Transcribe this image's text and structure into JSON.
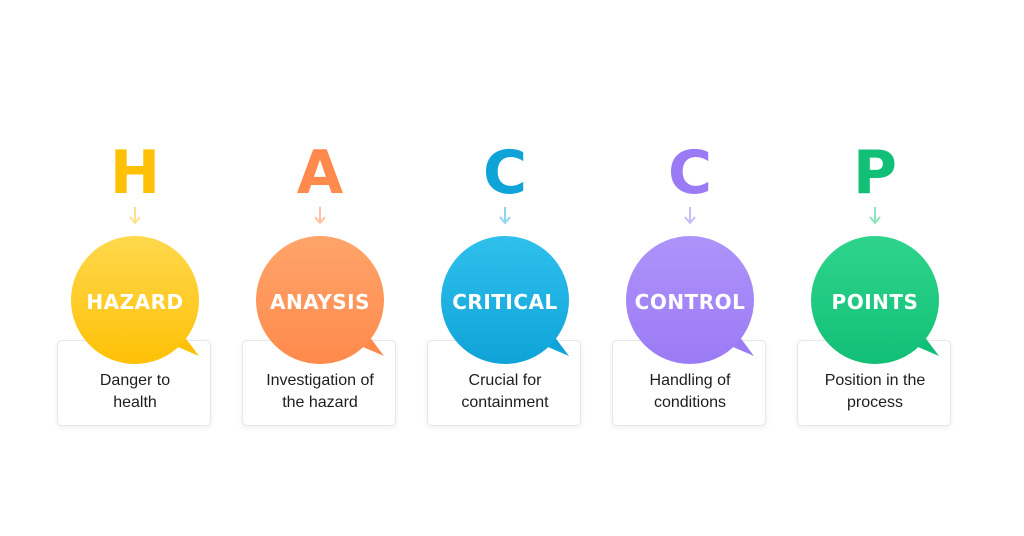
{
  "items": [
    {
      "letter": "H",
      "word": "HAZARD",
      "line1": "Danger to",
      "line2": "health",
      "color": "#FFC107",
      "color_light": "#FFD84D",
      "arrow_color": "#FFE08A"
    },
    {
      "letter": "A",
      "word": "ANAYSIS",
      "line1": "Investigation of",
      "line2": "the hazard",
      "color": "#FF8A4C",
      "color_light": "#FFA46A",
      "arrow_color": "#FFC2A0"
    },
    {
      "letter": "C",
      "word": "CRITICAL",
      "line1": "Crucial for",
      "line2": "containment",
      "color": "#0FA3D8",
      "color_light": "#2FC0EC",
      "arrow_color": "#8ED6F0"
    },
    {
      "letter": "C",
      "word": "CONTROL",
      "line1": "Handling of",
      "line2": "conditions",
      "color": "#9B7BF5",
      "color_light": "#AE93FA",
      "arrow_color": "#CBBBF9"
    },
    {
      "letter": "P",
      "word": "POINTS",
      "line1": "Position in the",
      "line2": "process",
      "color": "#12BF76",
      "color_light": "#2FD48C",
      "arrow_color": "#8EE2BC"
    }
  ]
}
